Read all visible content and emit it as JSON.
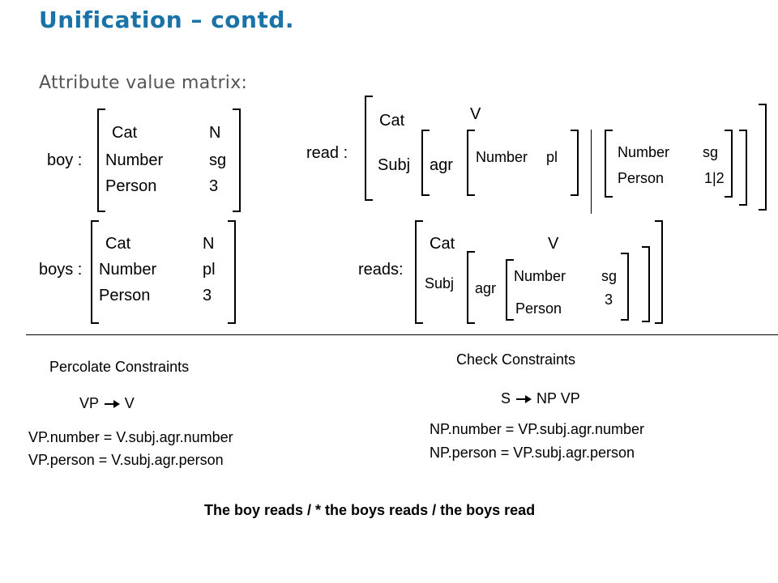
{
  "title": "Unification – contd.",
  "subtitle": "Attribute value matrix:",
  "boy": {
    "label": "boy :",
    "rows": [
      [
        "Cat",
        "N"
      ],
      [
        "Number",
        "sg"
      ],
      [
        "Person",
        "3"
      ]
    ]
  },
  "boys": {
    "label": "boys :",
    "rows": [
      [
        "Cat",
        "N"
      ],
      [
        "Number",
        "pl"
      ],
      [
        "Person",
        "3"
      ]
    ]
  },
  "read": {
    "label": "read :",
    "cat": "Cat",
    "cat_val": "V",
    "subj": "Subj",
    "agr": "agr",
    "number": "Number",
    "number_val": "pl",
    "alt": {
      "number": "Number",
      "number_val": "sg",
      "person": "Person",
      "person_val": "1|2"
    }
  },
  "reads": {
    "label": "reads:",
    "cat": "Cat",
    "cat_val": "V",
    "subj": "Subj",
    "agr": "agr",
    "number": "Number",
    "number_val": "sg",
    "person": "Person",
    "person_val": "3"
  },
  "percolate": {
    "heading": "Percolate Constraints",
    "rule_lhs": "VP",
    "rule_rhs": "V",
    "lines": [
      "VP.number = V.subj.agr.number",
      "VP.person = V.subj.agr.person"
    ]
  },
  "check": {
    "heading": "Check Constraints",
    "rule_lhs": "S",
    "rule_rhs": "NP VP",
    "lines": [
      "NP.number = VP.subj.agr.number",
      "NP.person = VP.subj.agr.person"
    ]
  },
  "footer": "The boy reads / * the boys reads / the boys read"
}
